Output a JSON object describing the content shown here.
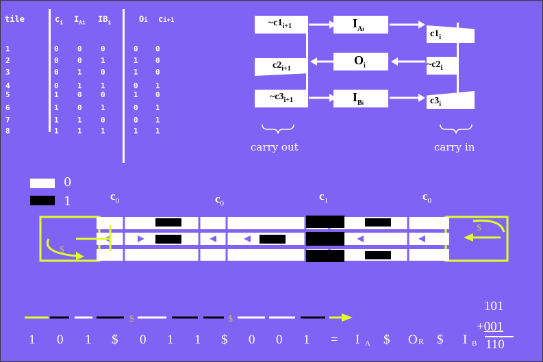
{
  "truth_table": {
    "headers": {
      "tile": "tile",
      "c": "c",
      "c_sub": "i",
      "ia": "I",
      "ia_sub": "Ai",
      "ib": "I",
      "ib_sub": "B",
      "ib_subsub": "i",
      "o": "O",
      "o_sub": "i",
      "c_next": "c",
      "c_next_sub": "i+1"
    },
    "rows": [
      {
        "tile": "1",
        "c": "0",
        "ia": "0",
        "ib": "0",
        "o": "0",
        "cn": "0"
      },
      {
        "tile": "2",
        "c": "0",
        "ia": "0",
        "ib": "1",
        "o": "1",
        "cn": "0"
      },
      {
        "tile": "3",
        "c": "0",
        "ia": "1",
        "ib": "0",
        "o": "1",
        "cn": "0"
      },
      {
        "tile": "4",
        "c": "0",
        "ia": "1",
        "ib": "1",
        "o": "0",
        "cn": "1"
      },
      {
        "tile": "5",
        "c": "1",
        "ia": "0",
        "ib": "0",
        "o": "1",
        "cn": "0"
      },
      {
        "tile": "6",
        "c": "1",
        "ia": "0",
        "ib": "1",
        "o": "0",
        "cn": "1"
      },
      {
        "tile": "7",
        "c": "1",
        "ia": "1",
        "ib": "0",
        "o": "0",
        "cn": "1"
      },
      {
        "tile": "8",
        "c": "1",
        "ia": "1",
        "ib": "1",
        "o": "1",
        "cn": "1"
      }
    ]
  },
  "tile_schematic": {
    "left_ports": [
      {
        "main": "~c1",
        "sub": "i+1"
      },
      {
        "main": "c2",
        "sub": "i+1"
      },
      {
        "main": "~c3",
        "sub": "i+1"
      }
    ],
    "center_ports": [
      {
        "main": "I",
        "sub": "A",
        "subsub": "i"
      },
      {
        "main": "O",
        "sub": "i"
      },
      {
        "main": "I",
        "sub": "B",
        "subsub": "i"
      }
    ],
    "right_ports": [
      {
        "main": "c1",
        "sub": "i"
      },
      {
        "main": "~c2",
        "sub": "i"
      },
      {
        "main": "c3",
        "sub": "i"
      }
    ],
    "carry_out_label": "carry out",
    "carry_in_label": "carry in"
  },
  "legend": {
    "white_label": "0",
    "black_label": "1"
  },
  "carry_labels": [
    {
      "main": "c",
      "sub": "0"
    },
    {
      "main": "c",
      "sub": "0"
    },
    {
      "main": "c",
      "sub": "1"
    },
    {
      "main": "c",
      "sub": "0"
    }
  ],
  "seed_symbol": "$",
  "bottom_sequence": [
    "1",
    "0",
    "1",
    "$",
    "0",
    "1",
    "1",
    "$",
    "0",
    "0",
    "1",
    "=",
    "I",
    "$",
    "O",
    "$",
    "I"
  ],
  "bottom_subs": {
    "ia": "A",
    "or_tail": "R",
    "ib": "B"
  },
  "sum": {
    "line1": "101",
    "line2_prefix": "+",
    "line2": "001",
    "result": "110"
  },
  "colors": {
    "background": "#7f63f5",
    "foreground": "#ffffff",
    "accent_yellow": "#dfff2a",
    "seed_text": "#c8b860",
    "black": "#000000"
  }
}
